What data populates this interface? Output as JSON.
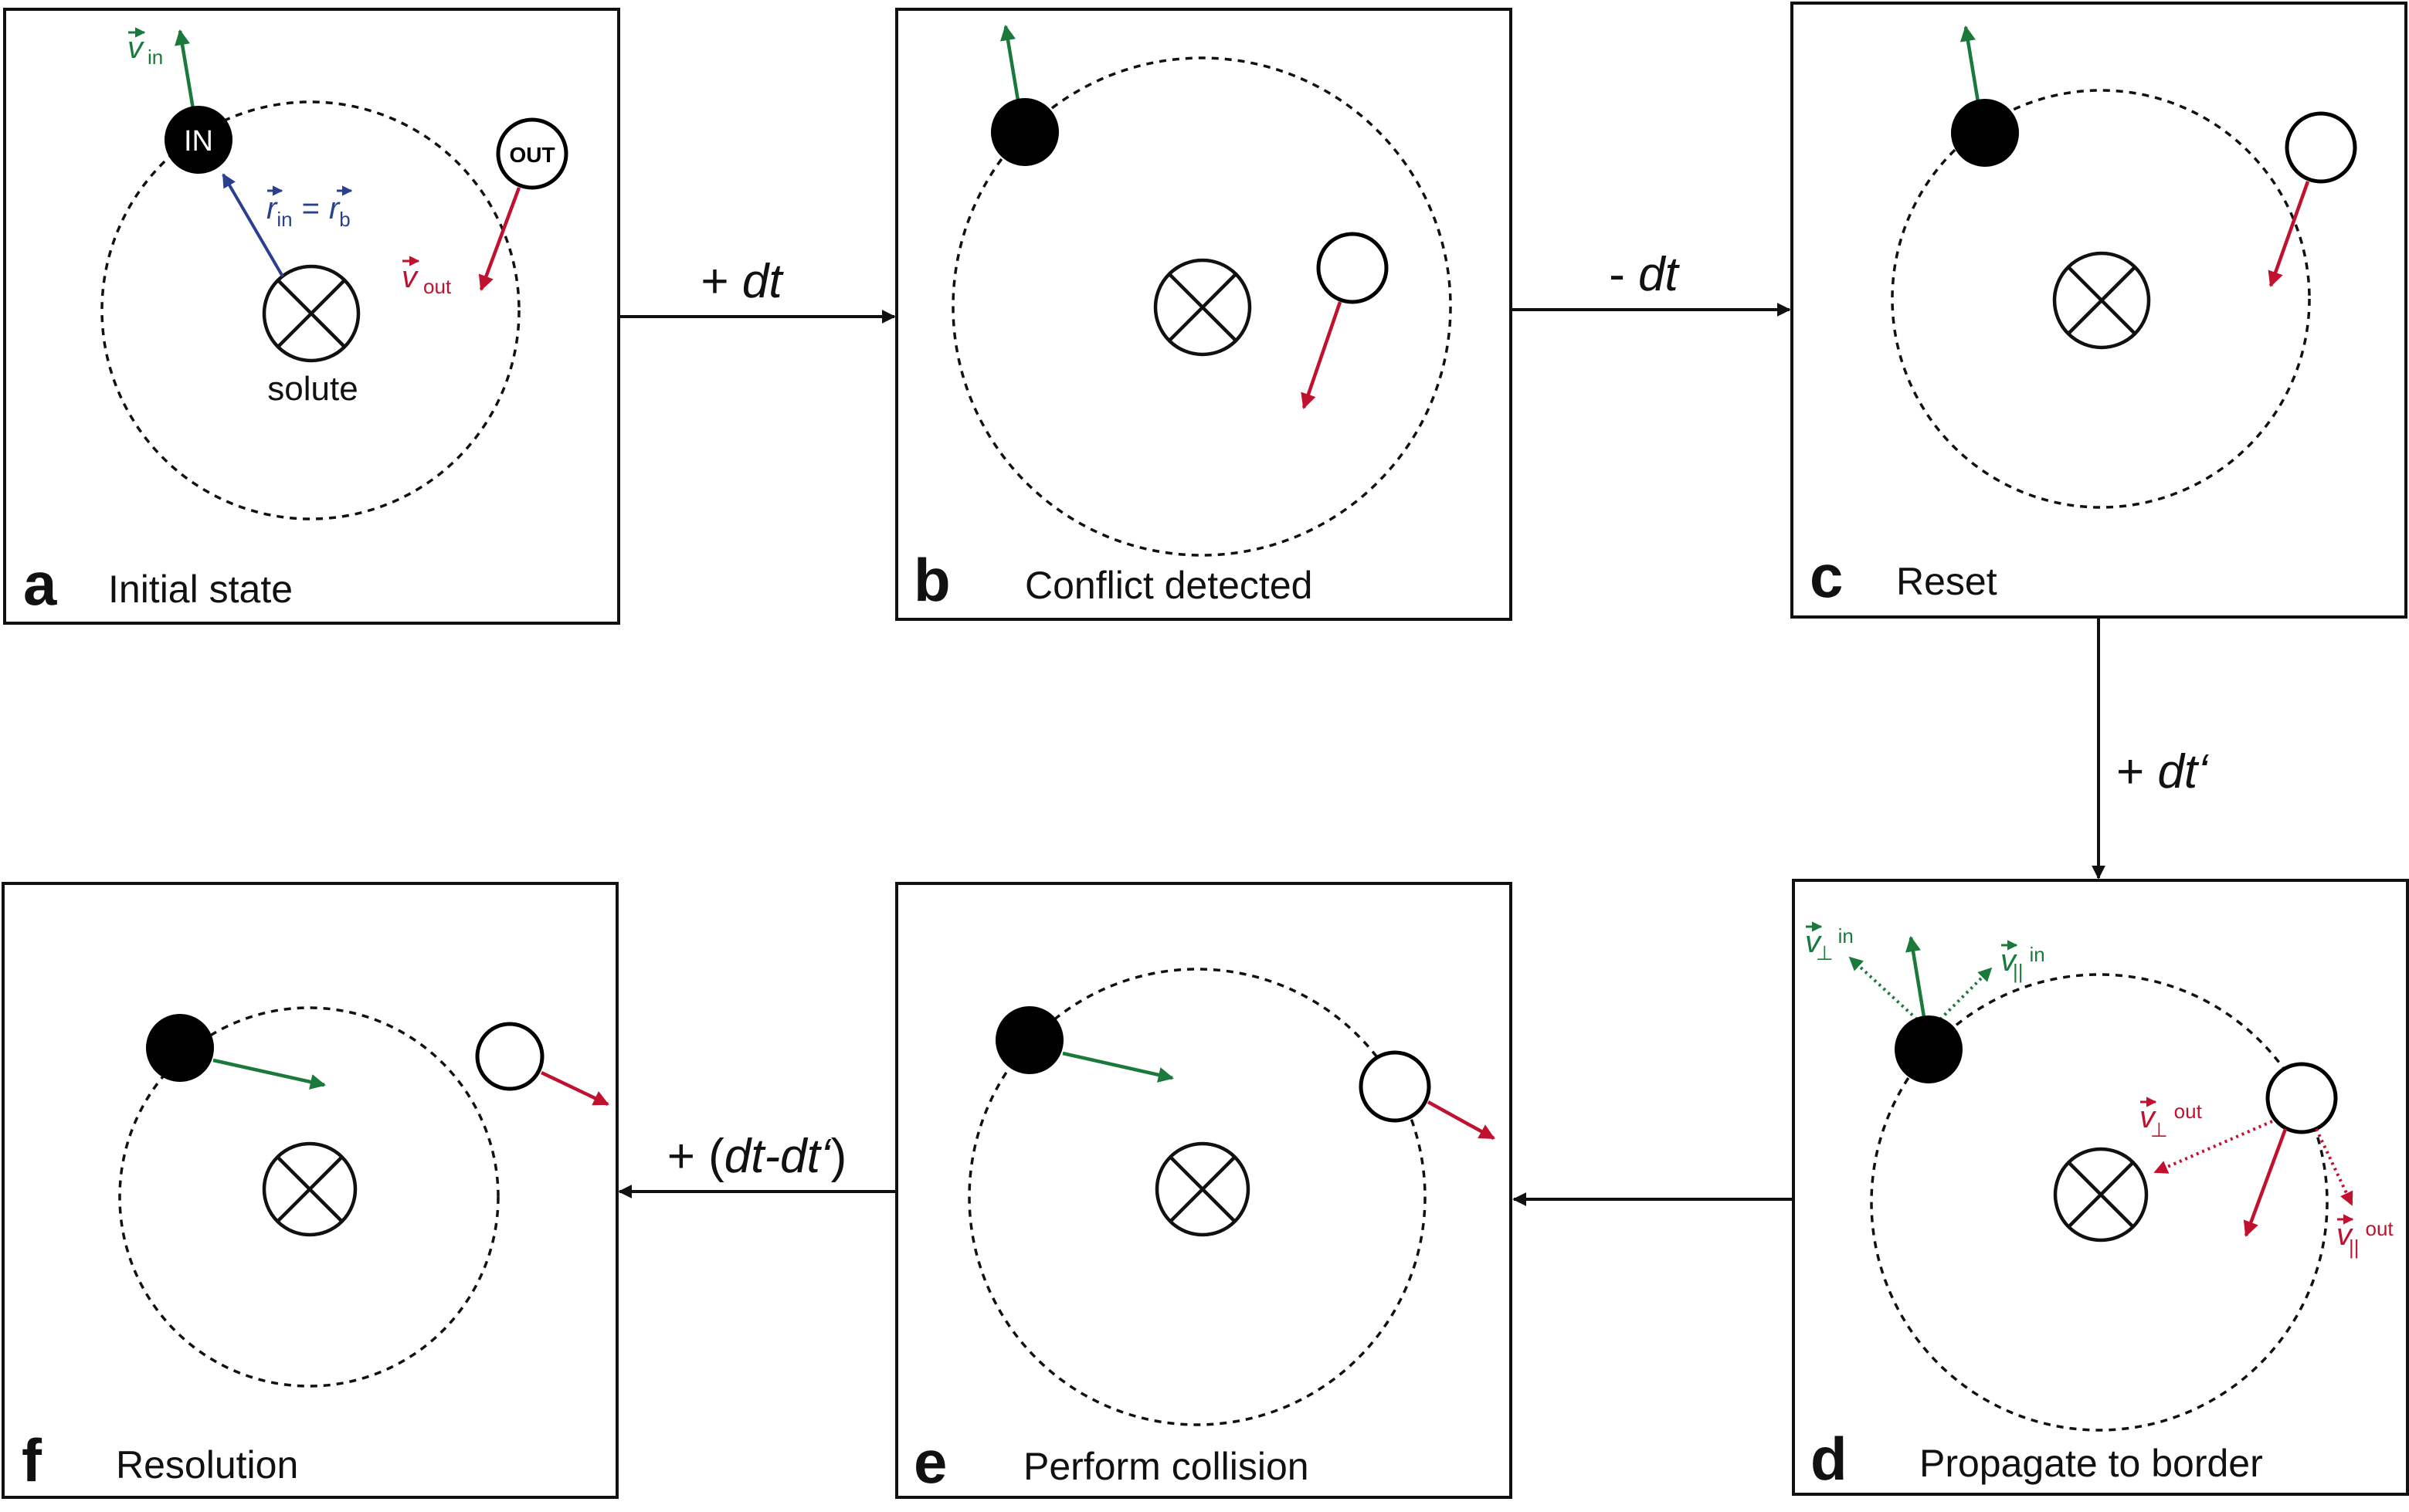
{
  "colors": {
    "inbound": "#1a7a3c",
    "outbound": "#c0122f",
    "separation": "#2a3f8f",
    "ink": "#111111"
  },
  "panels": {
    "a": {
      "letter": "a",
      "title": "Initial state"
    },
    "b": {
      "letter": "b",
      "title": "Conflict detected"
    },
    "c": {
      "letter": "c",
      "title": "Reset"
    },
    "d": {
      "letter": "d",
      "title": "Propagate to border"
    },
    "e": {
      "letter": "e",
      "title": "Perform collision"
    },
    "f": {
      "letter": "f",
      "title": "Resolution"
    }
  },
  "labels": {
    "particle_in": "IN",
    "particle_out": "OUT",
    "solute": "solute",
    "v": "v",
    "r": "r",
    "sub_in": "in",
    "sub_out": "out",
    "sub_b": "b",
    "sub_perp": "⊥",
    "sub_par": "||",
    "equals": "="
  },
  "steps": {
    "a_to_b": {
      "prefix": "+ ",
      "expr": "dt",
      "suffix": ""
    },
    "b_to_c": {
      "prefix": "- ",
      "expr": "dt",
      "suffix": ""
    },
    "c_to_d": {
      "prefix": "+ ",
      "expr": "dt‘",
      "suffix": ""
    },
    "e_to_f": {
      "prefix": "+ (",
      "expr": "dt-dt‘",
      "suffix": ")"
    }
  },
  "icons": {
    "solute_marker": "circled-cross-icon",
    "particle_inside": "filled-circle",
    "particle_outside": "open-circle"
  }
}
